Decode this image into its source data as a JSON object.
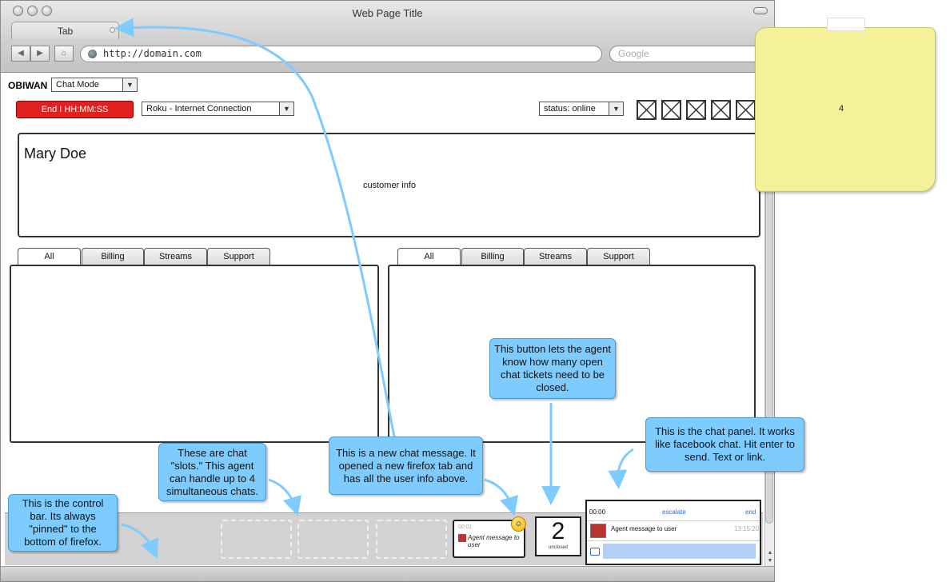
{
  "window": {
    "title": "Web Page Title",
    "tab_label": "Tab",
    "url": "http://domain.com",
    "search_placeholder": "Google"
  },
  "toolbar": {
    "app_name": "OBIWAN",
    "mode_select": "Chat Mode",
    "end_button": "End I HH:MM:SS",
    "connection_select": "Roku - Internet Connection",
    "status_select": "status: online"
  },
  "customer": {
    "name": "Mary Doe",
    "info_label": "customer info"
  },
  "left_panel": {
    "tabs": [
      "All",
      "Billing",
      "Streams",
      "Support"
    ],
    "active_tab": "All"
  },
  "right_panel": {
    "tabs": [
      "All",
      "Billing",
      "Streams",
      "Support"
    ],
    "active_tab": "All"
  },
  "control_bar": {
    "new_message": {
      "time": "00:01",
      "text": "Agent message to user"
    },
    "open_tickets": {
      "count": "2",
      "label": "unclosed"
    },
    "chat": {
      "timer": "00:00",
      "escalate": "escalate",
      "end": "end",
      "message": "Agent message to user",
      "message_time": "13:15:20"
    }
  },
  "sticky_note": {
    "text": "4"
  },
  "callouts": {
    "control_bar": "This is the control bar. Its always \"pinned\" to the bottom of firefox.",
    "slots": "These are chat \"slots.\" This agent can handle up to 4 simultaneous chats.",
    "new_message": "This is a new chat message. It opened a new firefox tab and has all the user info above.",
    "open_tickets": "This button lets the agent know how many open chat tickets need to be closed.",
    "chat_panel": "This is the chat panel. It works like facebook chat. Hit enter to send. Text or link."
  },
  "colors": {
    "callout": "#7ecbff",
    "end_button": "#e32020",
    "sticky": "#f4f199",
    "link": "#2a6fd8"
  }
}
